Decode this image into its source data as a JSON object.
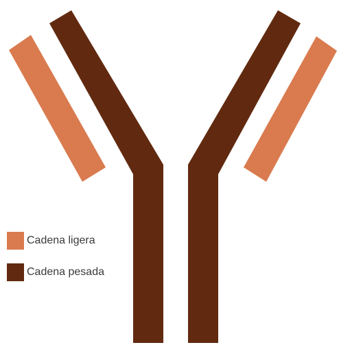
{
  "colors": {
    "light_chain": "#D97B4F",
    "heavy_chain": "#612A10",
    "background": "#FFFFFF"
  },
  "legend": {
    "items": [
      {
        "label": "Cadena ligera",
        "color_key": "light_chain"
      },
      {
        "label": "Cadena pesada",
        "color_key": "heavy_chain"
      }
    ]
  }
}
